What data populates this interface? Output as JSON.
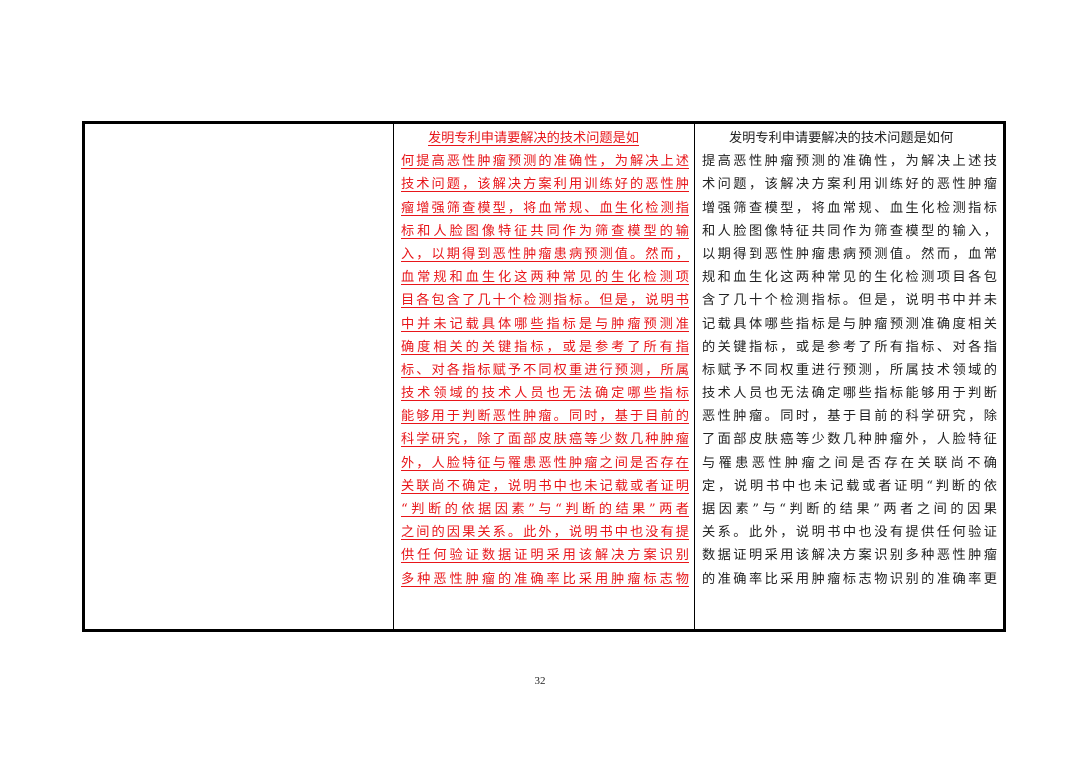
{
  "table": {
    "left_cell": "",
    "red_lines": [
      "发明专利申请要解决的技术问题是如",
      "何提高恶性肿瘤预测的准确性，为解决上述",
      "技术问题，该解决方案利用训练好的恶性肿",
      "瘤增强筛查模型，将血常规、血生化检测指",
      "标和人脸图像特征共同作为筛查模型的输",
      "入，以期得到恶性肿瘤患病预测值。然而，",
      "血常规和血生化这两种常见的生化检测项",
      "目各包含了几十个检测指标。但是，说明书",
      "中并未记载具体哪些指标是与肿瘤预测准",
      "确度相关的关键指标，或是参考了所有指",
      "标、对各指标赋予不同权重进行预测，所属",
      "技术领域的技术人员也无法确定哪些指标",
      "能够用于判断恶性肿瘤。同时，基于目前的",
      "科学研究，除了面部皮肤癌等少数几种肿瘤",
      "外，人脸特征与罹患恶性肿瘤之间是否存在",
      "关联尚不确定，说明书中也未记载或者证明",
      "“判断的依据因素”与“判断的结果”两者",
      "之间的因果关系。此外，说明书中也没有提",
      "供任何验证数据证明采用该解决方案识别",
      "多种恶性肿瘤的准确率比采用肿瘤标志物"
    ],
    "black_lines": [
      "发明专利申请要解决的技术问题是如何",
      "提高恶性肿瘤预测的准确性，为解决上述技",
      "术问题，该解决方案利用训练好的恶性肿瘤",
      "增强筛查模型，将血常规、血生化检测指标",
      "和人脸图像特征共同作为筛查模型的输入，",
      "以期得到恶性肿瘤患病预测值。然而，血常",
      "规和血生化这两种常见的生化检测项目各包",
      "含了几十个检测指标。但是，说明书中并未",
      "记载具体哪些指标是与肿瘤预测准确度相关",
      "的关键指标，或是参考了所有指标、对各指",
      "标赋予不同权重进行预测，所属技术领域的",
      "技术人员也无法确定哪些指标能够用于判断",
      "恶性肿瘤。同时，基于目前的科学研究，除",
      "了面部皮肤癌等少数几种肿瘤外，人脸特征",
      "与罹患恶性肿瘤之间是否存在关联尚不确",
      "定，说明书中也未记载或者证明“判断的依",
      "据因素”与“判断的结果”两者之间的因果",
      "关系。此外，说明书中也没有提供任何验证",
      "数据证明采用该解决方案识别多种恶性肿瘤",
      "的准确率比采用肿瘤标志物识别的准确率更"
    ]
  },
  "footer": {
    "page_number": "32"
  },
  "colors": {
    "revised_text": "#e8161a",
    "body_text": "#222222",
    "border": "#000000"
  }
}
